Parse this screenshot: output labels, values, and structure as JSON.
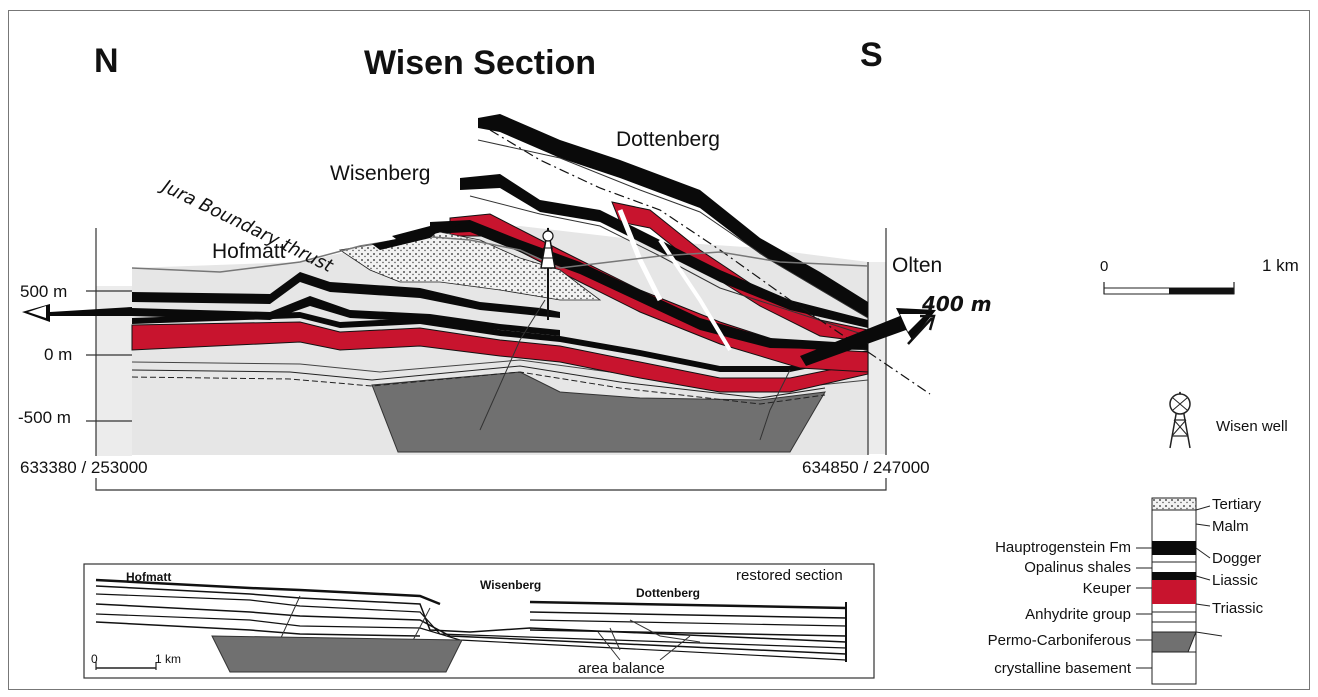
{
  "header": {
    "north": "N",
    "south": "S",
    "title": "Wisen Section"
  },
  "section_labels": {
    "dottenberg": "Dottenberg",
    "wisenberg": "Wisenberg",
    "jura_thrust": "Jura Boundary thrust",
    "hofmatt": "Hofmatt",
    "olten": "Olten",
    "displacement": "400 m"
  },
  "depth_axis": {
    "ticks": [
      "500 m",
      "0 m",
      "-500 m"
    ]
  },
  "coordinates": {
    "left": "633380 / 253000",
    "right": "634850 / 247000"
  },
  "scale_bar": {
    "start": "0",
    "end": "1 km"
  },
  "well_legend": {
    "label": "Wisen well",
    "icon": "derrick-icon"
  },
  "restored": {
    "title": "restored section",
    "hofmatt": "Hofmatt",
    "wisenberg": "Wisenberg",
    "dottenberg": "Dottenberg",
    "area_balance": "area balance",
    "scale_start": "0",
    "scale_end": "1 km"
  },
  "stratigraphy": {
    "left_labels": [
      "Hauptrogenstein Fm",
      "Opalinus shales",
      "Keuper",
      "Anhydrite group",
      "Permo-Carboniferous",
      "crystalline basement"
    ],
    "right_labels": [
      "Tertiary",
      "Malm",
      "Dogger",
      "Liassic",
      "Triassic"
    ]
  },
  "colors": {
    "keuper_red": "#c8142e",
    "hauptrogenstein_black": "#0a0a0a",
    "basement_grey": "#6f6f6f",
    "background_grey": "#e6e6e6"
  }
}
